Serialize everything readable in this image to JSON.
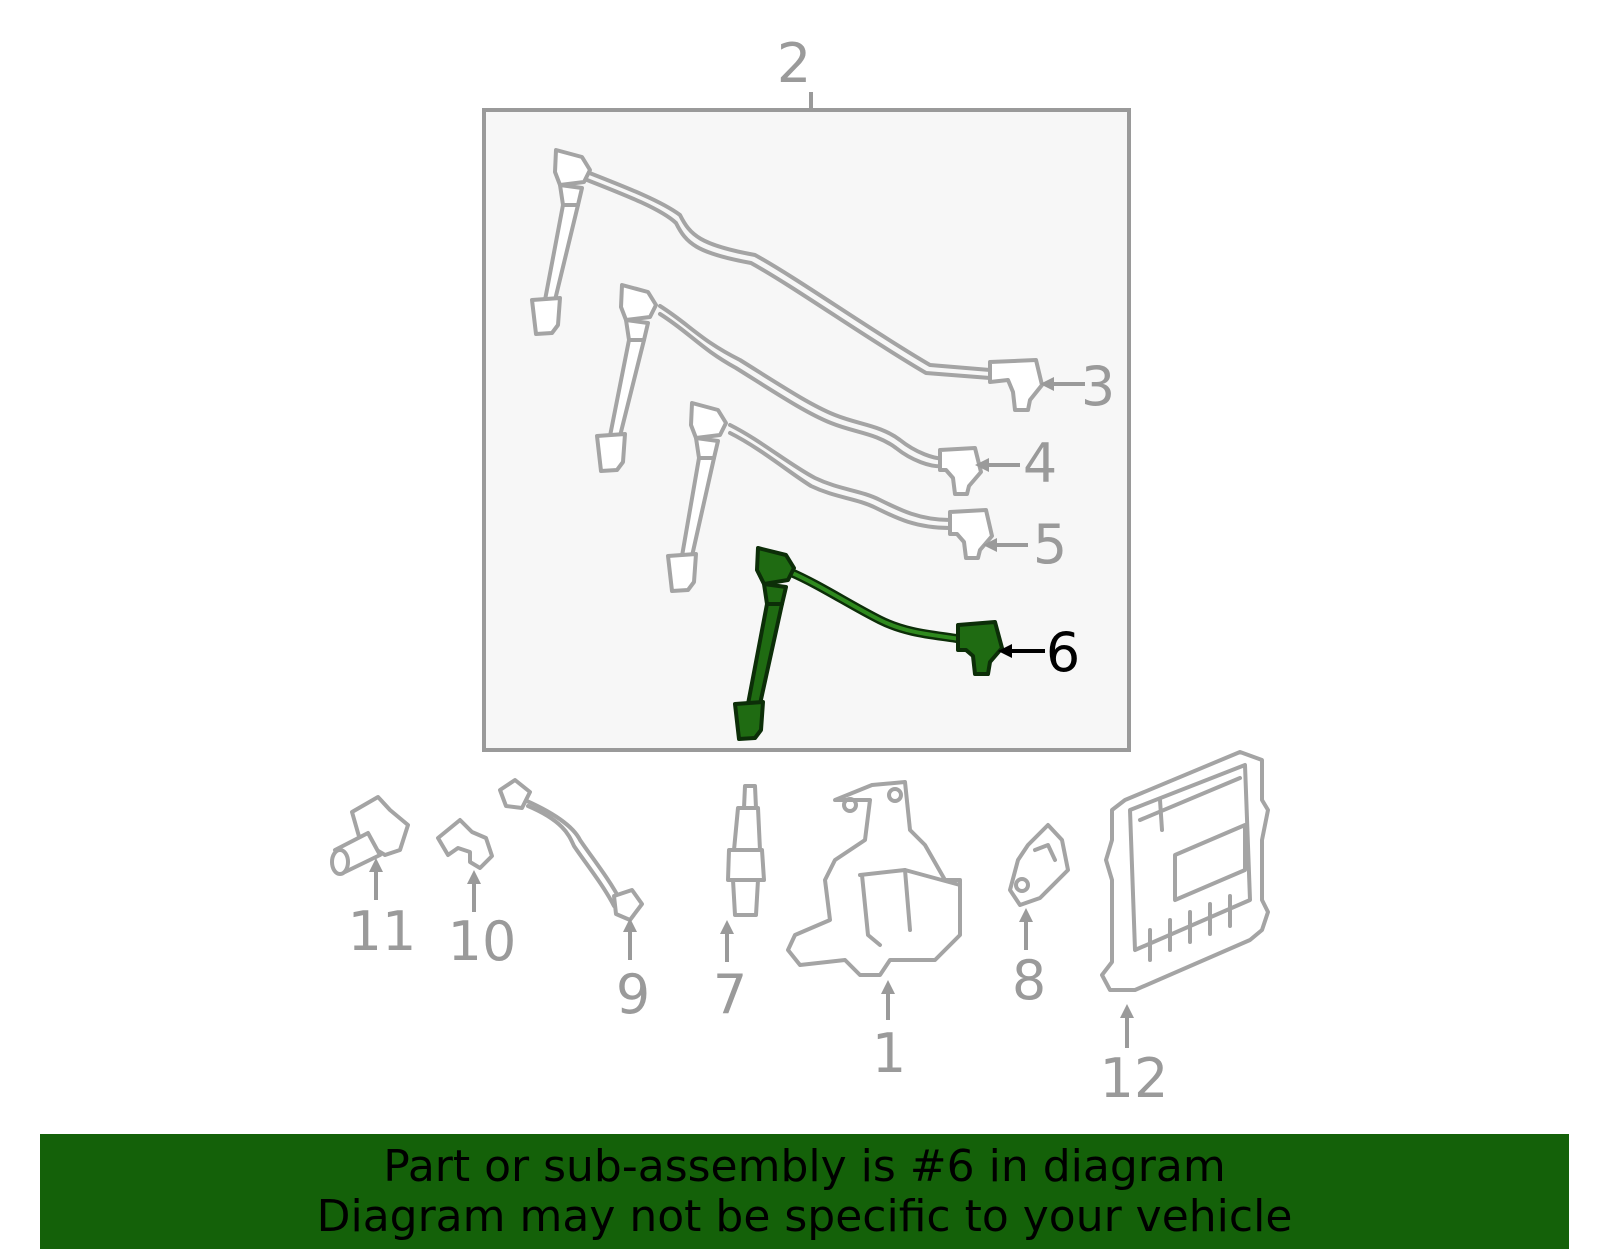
{
  "diagram": {
    "highlight_color": "#146109",
    "labels": {
      "p1": "1",
      "p2": "2",
      "p3": "3",
      "p4": "4",
      "p5": "5",
      "p6": "6",
      "p7": "7",
      "p8": "8",
      "p9": "9",
      "p10": "10",
      "p11": "11",
      "p12": "12"
    }
  },
  "footer": {
    "line1": "Part or sub-assembly is #6 in diagram",
    "line2": "Diagram may not be specific to your vehicle"
  }
}
